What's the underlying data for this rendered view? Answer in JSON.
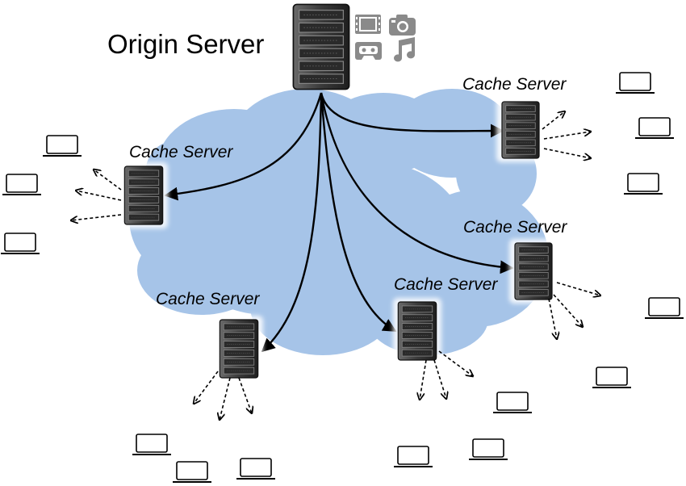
{
  "diagram": {
    "origin": {
      "label": "Origin Server",
      "content_icons": [
        "film-icon",
        "camera-icon",
        "cassette-icon",
        "music-note-icon"
      ]
    },
    "cloud_color": "#a6c4e8",
    "cache_servers": [
      {
        "id": "cache-1",
        "label": "Cache Server",
        "clients": 3
      },
      {
        "id": "cache-2",
        "label": "Cache Server",
        "clients": 3
      },
      {
        "id": "cache-3",
        "label": "Cache Server",
        "clients": 3
      },
      {
        "id": "cache-4",
        "label": "Cache Server",
        "clients": 3
      },
      {
        "id": "cache-5",
        "label": "Cache Server",
        "clients": 3
      }
    ]
  }
}
